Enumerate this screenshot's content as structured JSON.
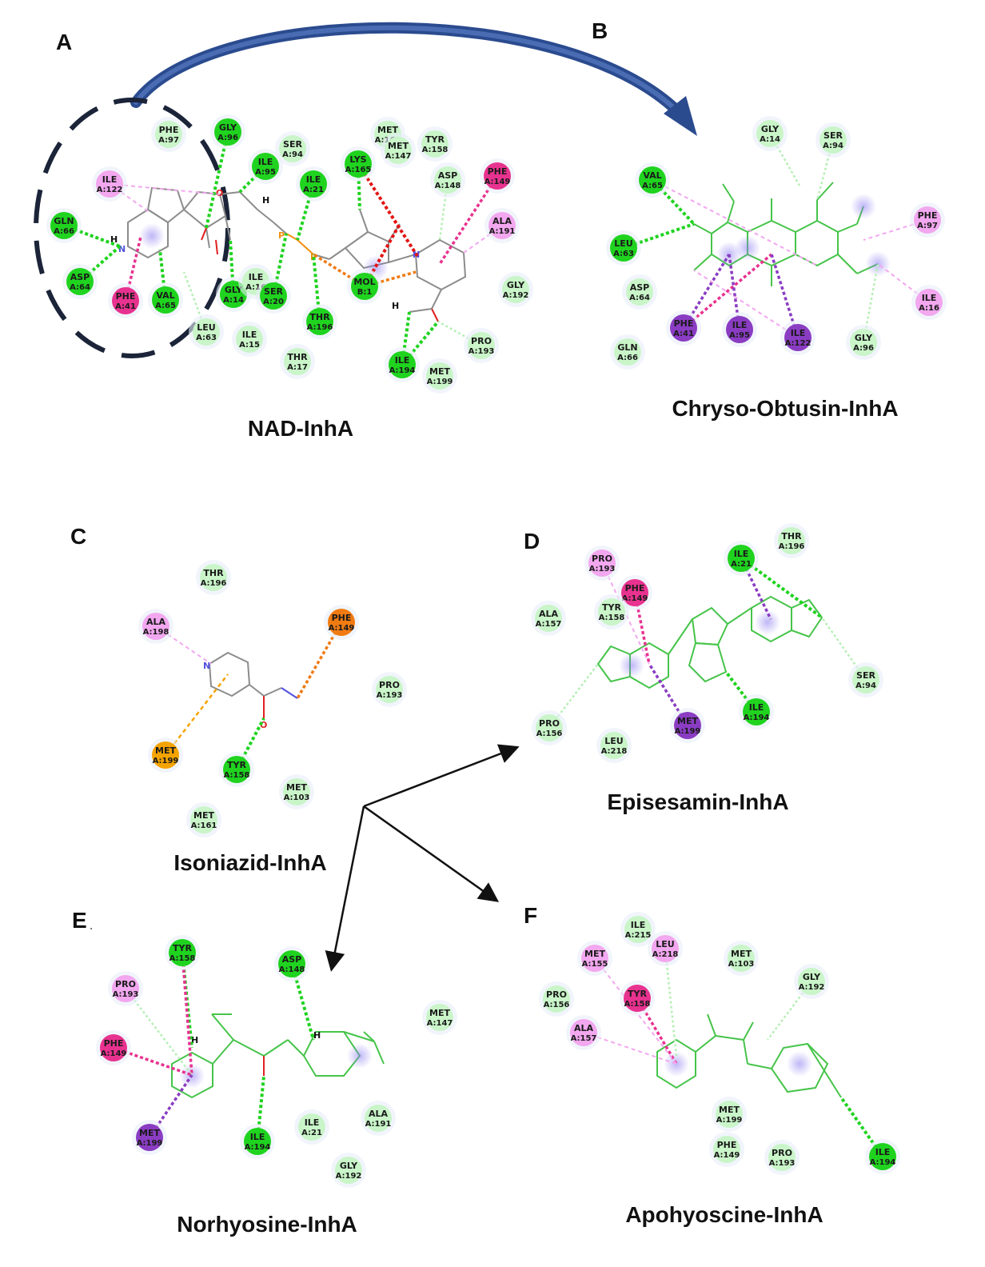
{
  "colors": {
    "hbond_strong": "#1fd31f",
    "hbond_weak": "#b7efb7",
    "vdw": "#c9f5c9",
    "pi_alkyl": "#f2a7ef",
    "pi_pi_tshaped": "#e8328f",
    "pi_sigma": "#8a3cc2",
    "pi_sulfur": "#f4a300",
    "pi_cation": "#f07b12",
    "unfavorable": "#e31414",
    "ligand": "#46c44a",
    "nad": "#8c8c8c",
    "arrow_blue": "#2b4b8f"
  },
  "panels": [
    {
      "letter": "A",
      "caption": "NAD-InhA"
    },
    {
      "letter": "B",
      "caption": "Chryso-Obtusin-InhA"
    },
    {
      "letter": "C",
      "caption": "Isoniazid-InhA"
    },
    {
      "letter": "D",
      "caption": "Episesamin-InhA"
    },
    {
      "letter": "E",
      "caption": "Norhyosine-InhA"
    },
    {
      "letter": "F",
      "caption": "Apohyoscine-InhA"
    }
  ],
  "residues": {
    "A": [
      {
        "l1": "PHE",
        "l2": "A:97",
        "t": "vdw"
      },
      {
        "l1": "GLY",
        "l2": "A:96",
        "t": "hbond_strong"
      },
      {
        "l1": "ILE",
        "l2": "A:122",
        "t": "pi_alkyl"
      },
      {
        "l1": "GLN",
        "l2": "A:66",
        "t": "hbond_strong"
      },
      {
        "l1": "ASP",
        "l2": "A:64",
        "t": "hbond_strong"
      },
      {
        "l1": "PHE",
        "l2": "A:41",
        "t": "pi_pi_tshaped"
      },
      {
        "l1": "VAL",
        "l2": "A:65",
        "t": "hbond_strong"
      },
      {
        "l1": "LEU",
        "l2": "A:63",
        "t": "vdw"
      },
      {
        "l1": "ILE",
        "l2": "A:95",
        "t": "hbond_strong"
      },
      {
        "l1": "SER",
        "l2": "A:94",
        "t": "vdw"
      },
      {
        "l1": "ILE",
        "l2": "A:21",
        "t": "hbond_strong"
      },
      {
        "l1": "LYS",
        "l2": "A:165",
        "t": "hbond_strong"
      },
      {
        "l1": "MET",
        "l2": "A:161",
        "t": "vdw"
      },
      {
        "l1": "MET",
        "l2": "A:147",
        "t": "vdw"
      },
      {
        "l1": "TYR",
        "l2": "A:158",
        "t": "vdw"
      },
      {
        "l1": "ASP",
        "l2": "A:148",
        "t": "vdw"
      },
      {
        "l1": "PHE",
        "l2": "A:149",
        "t": "pi_pi_tshaped"
      },
      {
        "l1": "ALA",
        "l2": "A:191",
        "t": "pi_alkyl"
      },
      {
        "l1": "GLY",
        "l2": "A:192",
        "t": "vdw"
      },
      {
        "l1": "GLY",
        "l2": "A:14",
        "t": "hbond_strong"
      },
      {
        "l1": "ILE",
        "l2": "A:16",
        "t": "vdw"
      },
      {
        "l1": "SER",
        "l2": "A:20",
        "t": "hbond_strong"
      },
      {
        "l1": "THR",
        "l2": "A:196",
        "t": "hbond_strong"
      },
      {
        "l1": "MOL",
        "l2": "B:1",
        "t": "hbond_strong"
      },
      {
        "l1": "ILE",
        "l2": "A:15",
        "t": "vdw"
      },
      {
        "l1": "THR",
        "l2": "A:17",
        "t": "vdw"
      },
      {
        "l1": "ILE",
        "l2": "A:194",
        "t": "hbond_strong"
      },
      {
        "l1": "MET",
        "l2": "A:199",
        "t": "vdw"
      },
      {
        "l1": "PRO",
        "l2": "A:193",
        "t": "vdw"
      }
    ],
    "B": [
      {
        "l1": "GLY",
        "l2": "A:14",
        "t": "vdw"
      },
      {
        "l1": "SER",
        "l2": "A:94",
        "t": "vdw"
      },
      {
        "l1": "VAL",
        "l2": "A:65",
        "t": "hbond_strong"
      },
      {
        "l1": "LEU",
        "l2": "A:63",
        "t": "hbond_strong"
      },
      {
        "l1": "ASP",
        "l2": "A:64",
        "t": "vdw"
      },
      {
        "l1": "GLN",
        "l2": "A:66",
        "t": "vdw"
      },
      {
        "l1": "PHE",
        "l2": "A:41",
        "t": "pi_sigma"
      },
      {
        "l1": "ILE",
        "l2": "A:95",
        "t": "pi_sigma"
      },
      {
        "l1": "ILE",
        "l2": "A:122",
        "t": "pi_sigma"
      },
      {
        "l1": "GLY",
        "l2": "A:96",
        "t": "vdw"
      },
      {
        "l1": "PHE",
        "l2": "A:97",
        "t": "pi_alkyl"
      },
      {
        "l1": "ILE",
        "l2": "A:16",
        "t": "pi_alkyl"
      }
    ],
    "C": [
      {
        "l1": "THR",
        "l2": "A:196",
        "t": "vdw"
      },
      {
        "l1": "ALA",
        "l2": "A:198",
        "t": "pi_alkyl"
      },
      {
        "l1": "PHE",
        "l2": "A:149",
        "t": "pi_cation"
      },
      {
        "l1": "PRO",
        "l2": "A:193",
        "t": "vdw"
      },
      {
        "l1": "MET",
        "l2": "A:199",
        "t": "pi_sulfur"
      },
      {
        "l1": "TYR",
        "l2": "A:158",
        "t": "hbond_strong"
      },
      {
        "l1": "MET",
        "l2": "A:103",
        "t": "vdw"
      },
      {
        "l1": "MET",
        "l2": "A:161",
        "t": "vdw"
      }
    ],
    "D": [
      {
        "l1": "PRO",
        "l2": "A:193",
        "t": "pi_alkyl"
      },
      {
        "l1": "ILE",
        "l2": "A:21",
        "t": "hbond_strong"
      },
      {
        "l1": "THR",
        "l2": "A:196",
        "t": "vdw"
      },
      {
        "l1": "PHE",
        "l2": "A:149",
        "t": "pi_pi_tshaped"
      },
      {
        "l1": "TYR",
        "l2": "A:158",
        "t": "vdw"
      },
      {
        "l1": "ALA",
        "l2": "A:157",
        "t": "vdw"
      },
      {
        "l1": "SER",
        "l2": "A:94",
        "t": "vdw"
      },
      {
        "l1": "ILE",
        "l2": "A:194",
        "t": "hbond_strong"
      },
      {
        "l1": "PRO",
        "l2": "A:156",
        "t": "vdw"
      },
      {
        "l1": "LEU",
        "l2": "A:218",
        "t": "vdw"
      },
      {
        "l1": "MET",
        "l2": "A:199",
        "t": "pi_sigma"
      }
    ],
    "E": [
      {
        "l1": "TYR",
        "l2": "A:158",
        "t": "hbond_strong"
      },
      {
        "l1": "ASP",
        "l2": "A:148",
        "t": "hbond_strong"
      },
      {
        "l1": "PRO",
        "l2": "A:193",
        "t": "pi_alkyl"
      },
      {
        "l1": "MET",
        "l2": "A:147",
        "t": "vdw"
      },
      {
        "l1": "PHE",
        "l2": "A:149",
        "t": "pi_pi_tshaped"
      },
      {
        "l1": "MET",
        "l2": "A:199",
        "t": "pi_sigma"
      },
      {
        "l1": "ILE",
        "l2": "A:194",
        "t": "hbond_strong"
      },
      {
        "l1": "ILE",
        "l2": "A:21",
        "t": "vdw"
      },
      {
        "l1": "ALA",
        "l2": "A:191",
        "t": "vdw"
      },
      {
        "l1": "GLY",
        "l2": "A:192",
        "t": "vdw"
      }
    ],
    "F": [
      {
        "l1": "ILE",
        "l2": "A:215",
        "t": "vdw"
      },
      {
        "l1": "LEU",
        "l2": "A:218",
        "t": "pi_alkyl"
      },
      {
        "l1": "MET",
        "l2": "A:155",
        "t": "pi_alkyl"
      },
      {
        "l1": "MET",
        "l2": "A:103",
        "t": "vdw"
      },
      {
        "l1": "GLY",
        "l2": "A:192",
        "t": "vdw"
      },
      {
        "l1": "PRO",
        "l2": "A:156",
        "t": "vdw"
      },
      {
        "l1": "TYR",
        "l2": "A:158",
        "t": "pi_pi_tshaped"
      },
      {
        "l1": "ALA",
        "l2": "A:157",
        "t": "pi_alkyl"
      },
      {
        "l1": "MET",
        "l2": "A:199",
        "t": "vdw"
      },
      {
        "l1": "PHE",
        "l2": "A:149",
        "t": "vdw"
      },
      {
        "l1": "PRO",
        "l2": "A:193",
        "t": "vdw"
      },
      {
        "l1": "ILE",
        "l2": "A:194",
        "t": "hbond_strong"
      }
    ]
  },
  "atoms": {
    "N": "N",
    "O": "O",
    "H": "H",
    "P": "P",
    "E_extra": "."
  }
}
